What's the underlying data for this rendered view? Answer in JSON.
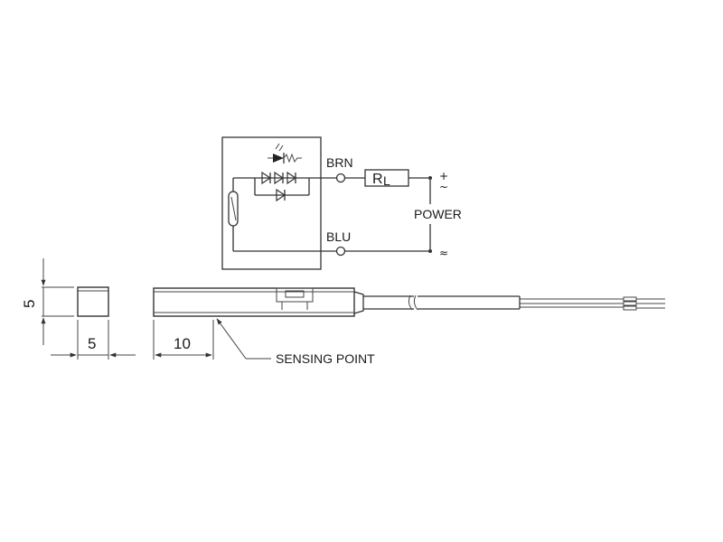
{
  "circuit": {
    "brown_wire_label": "BRN",
    "blue_wire_label": "BLU",
    "load_resistor_label": "R",
    "load_resistor_subscript": "L",
    "power_label": "POWER",
    "positive_terminal_symbol": "+",
    "ac_symbol": "~",
    "negative_terminal_symbol": "≈"
  },
  "dimensions": {
    "end_height": "5",
    "end_width": "5",
    "sensing_offset": "10"
  },
  "callout": {
    "sensing_point_label": "SENSING POINT"
  }
}
